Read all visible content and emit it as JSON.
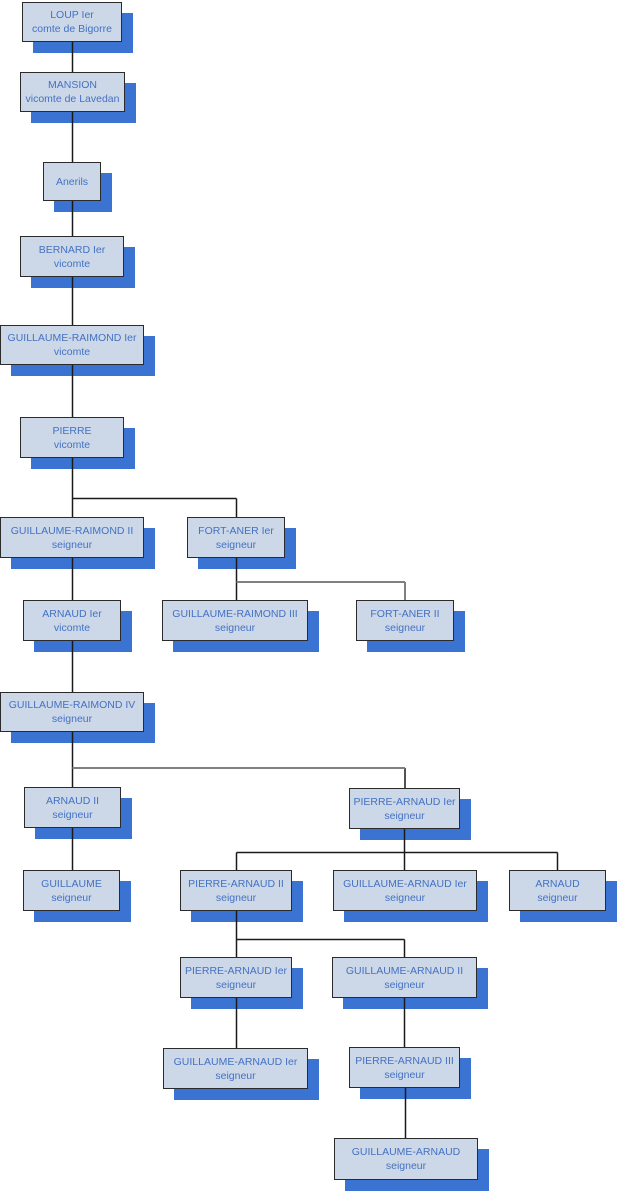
{
  "diagram": {
    "type": "genealogy-tree",
    "style": {
      "box_fill": "#ccd8e7",
      "box_border": "#2b2b2b",
      "box_shadow": "#3b73d2",
      "text_color": "#4471c4",
      "line_color_dark": "#1a1a1a",
      "line_color_gray": "#808080",
      "background": "#ffffff"
    },
    "nodes": [
      {
        "id": "loup-1",
        "name": "LOUP Ier",
        "title": "comte de Bigorre",
        "children": [
          "mansion"
        ]
      },
      {
        "id": "mansion",
        "name": "MANSION",
        "title": "vicomte de Lavedan",
        "children": [
          "anerils"
        ]
      },
      {
        "id": "anerils",
        "name": "Anerils",
        "title": "",
        "children": [
          "bernard-1"
        ]
      },
      {
        "id": "bernard-1",
        "name": "BERNARD Ier",
        "title": "vicomte",
        "children": [
          "guillaume-raimond-1"
        ]
      },
      {
        "id": "guillaume-raimond-1",
        "name": "GUILLAUME-RAIMOND Ier",
        "title": "vicomte",
        "children": [
          "pierre"
        ]
      },
      {
        "id": "pierre",
        "name": "PIERRE",
        "title": "vicomte",
        "children": [
          "guillaume-raimond-2",
          "fort-aner-1"
        ]
      },
      {
        "id": "guillaume-raimond-2",
        "name": "GUILLAUME-RAIMOND II",
        "title": "seigneur",
        "children": [
          "arnaud-1"
        ]
      },
      {
        "id": "fort-aner-1",
        "name": "FORT-ANER Ier",
        "title": "seigneur",
        "children": [
          "guillaume-raimond-3",
          "fort-aner-2"
        ]
      },
      {
        "id": "arnaud-1",
        "name": "ARNAUD Ier",
        "title": "vicomte",
        "children": [
          "guillaume-raimond-4"
        ]
      },
      {
        "id": "guillaume-raimond-3",
        "name": "GUILLAUME-RAIMOND III",
        "title": "seigneur",
        "children": []
      },
      {
        "id": "fort-aner-2",
        "name": "FORT-ANER II",
        "title": "seigneur",
        "children": []
      },
      {
        "id": "guillaume-raimond-4",
        "name": "GUILLAUME-RAIMOND IV",
        "title": "seigneur",
        "children": [
          "arnaud-2",
          "pierre-arnaud-1"
        ]
      },
      {
        "id": "arnaud-2",
        "name": "ARNAUD II",
        "title": "seigneur",
        "children": [
          "guillaume"
        ]
      },
      {
        "id": "pierre-arnaud-1",
        "name": "PIERRE-ARNAUD Ier",
        "title": "seigneur",
        "children": [
          "pierre-arnaud-2",
          "guillaume-arnaud-1",
          "arnaud"
        ]
      },
      {
        "id": "guillaume",
        "name": "GUILLAUME",
        "title": "seigneur",
        "children": []
      },
      {
        "id": "pierre-arnaud-2",
        "name": "PIERRE-ARNAUD II",
        "title": "seigneur",
        "children": [
          "pierre-arnaud-1b",
          "guillaume-arnaud-2"
        ]
      },
      {
        "id": "guillaume-arnaud-1",
        "name": "GUILLAUME-ARNAUD Ier",
        "title": "seigneur",
        "children": []
      },
      {
        "id": "arnaud",
        "name": "ARNAUD",
        "title": "seigneur",
        "children": []
      },
      {
        "id": "pierre-arnaud-1b",
        "name": "PIERRE-ARNAUD Ier",
        "title": "seigneur",
        "children": [
          "guillaume-arnaud-1b"
        ]
      },
      {
        "id": "guillaume-arnaud-2",
        "name": "GUILLAUME-ARNAUD II",
        "title": "seigneur",
        "children": [
          "pierre-arnaud-3"
        ]
      },
      {
        "id": "guillaume-arnaud-1b",
        "name": "GUILLAUME-ARNAUD Ier",
        "title": "seigneur",
        "children": []
      },
      {
        "id": "pierre-arnaud-3",
        "name": "PIERRE-ARNAUD III",
        "title": "seigneur",
        "children": [
          "guillaume-arnaud"
        ]
      },
      {
        "id": "guillaume-arnaud",
        "name": "GUILLAUME-ARNAUD",
        "title": "seigneur",
        "children": []
      }
    ]
  }
}
